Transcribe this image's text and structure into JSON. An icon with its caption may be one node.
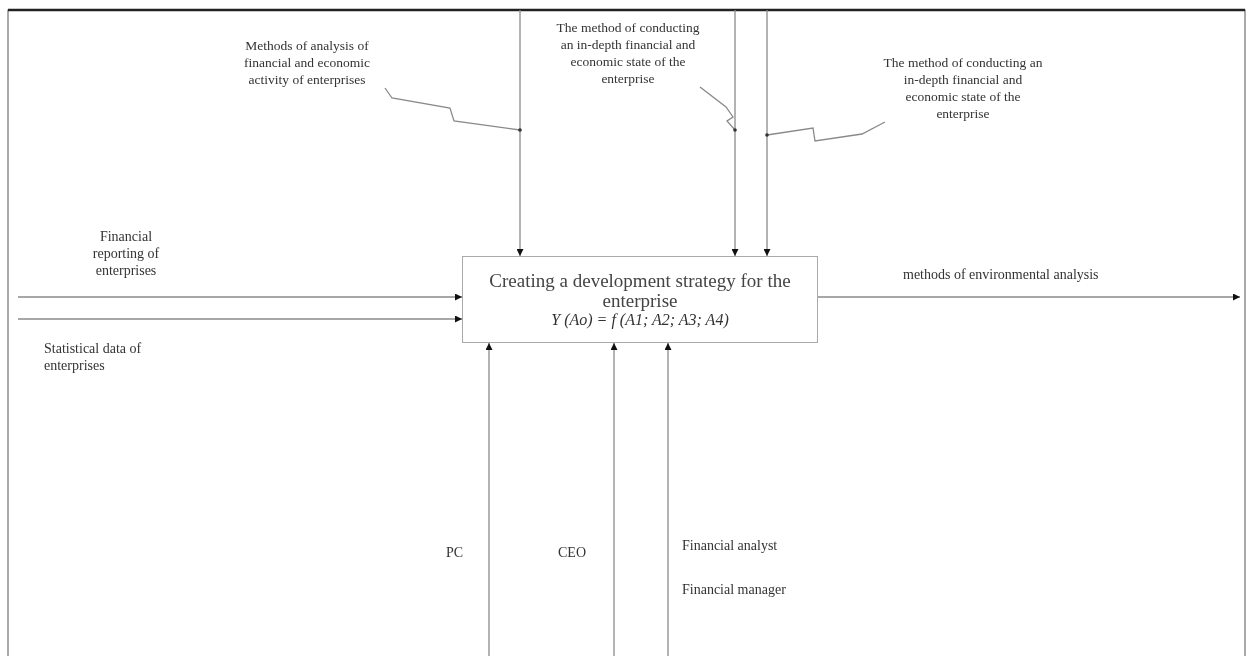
{
  "diagram": {
    "nodes": [
      {
        "text": [
          "Creating a development strategy for the enterprise",
          "Y (Ao) = f (A1; A2; A3; A4)"
        ]
      },
      {
        "text": [
          "Methods of analysis of financial and economic activity of enterprises"
        ]
      },
      {
        "text": [
          "The method of conducting an in-depth financial and economic state of the enterprise"
        ]
      },
      {
        "text": [
          "The method of conducting an in-depth financial and economic state of the enterprise"
        ]
      }
    ],
    "edges": [
      {
        "from": null,
        "to": 0,
        "arrow": "to"
      },
      {
        "from": null,
        "to": 0,
        "arrow": "to"
      },
      {
        "from": null,
        "to": 0,
        "arrow": "to"
      },
      {
        "from": null,
        "to": 0,
        "arrow": "to",
        "label": "Financial reporting of enterprises"
      },
      {
        "from": null,
        "to": 0,
        "arrow": "to",
        "label": "Statistical data of enterprises"
      },
      {
        "from": 0,
        "to": null,
        "arrow": "to",
        "label": "methods of environmental analysis"
      },
      {
        "from": null,
        "to": 0,
        "arrow": "to",
        "label": "PC"
      },
      {
        "from": null,
        "to": 0,
        "arrow": "to",
        "label": "CEO"
      },
      {
        "from": null,
        "to": 0,
        "arrow": "to",
        "label": "Financial analyst"
      },
      {
        "from": 1,
        "to": null,
        "arrow": "none"
      },
      {
        "from": 2,
        "to": null,
        "arrow": "none"
      },
      {
        "from": 3,
        "to": null,
        "arrow": "none"
      }
    ],
    "labels": [
      "Financial manager"
    ]
  }
}
